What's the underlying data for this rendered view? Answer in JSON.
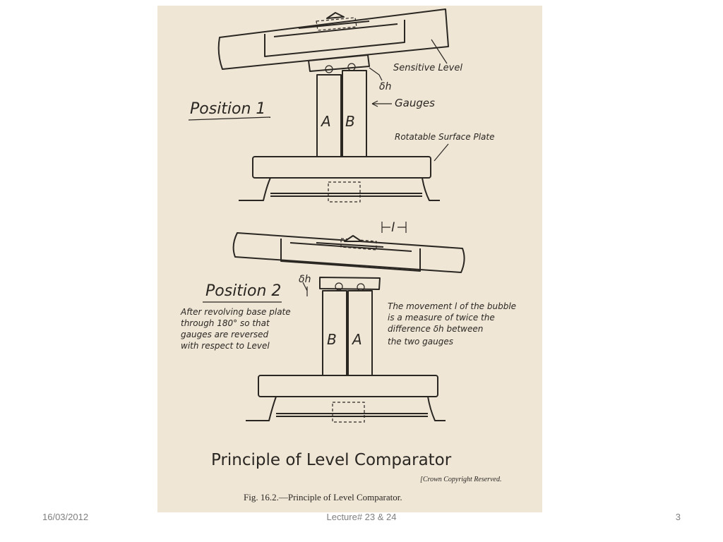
{
  "figure": {
    "position1_label": "Position 1",
    "position2_label": "Position 2",
    "sensitive_level_label": "Sensitive Level",
    "delta_h_label": "δh",
    "gauges_label": "Gauges",
    "rotatable_plate_label": "Rotatable Surface Plate",
    "l_label": "l",
    "gauge_a_label": "A",
    "gauge_b_label": "B",
    "note_left": [
      "After revolving base plate",
      "through 180° so that",
      "gauges are reversed",
      "with respect to Level"
    ],
    "note_right": [
      "The movement l of the bubble",
      "is a measure of twice the",
      "difference δh between",
      "the two gauges"
    ],
    "title": "Principle of Level Comparator",
    "copyright": "[Crown Copyright Reserved.",
    "caption": "Fig. 16.2.—Principle of Level Comparator."
  },
  "footer": {
    "date": "16/03/2012",
    "center": "Lecture# 23 & 24",
    "page": "3"
  }
}
